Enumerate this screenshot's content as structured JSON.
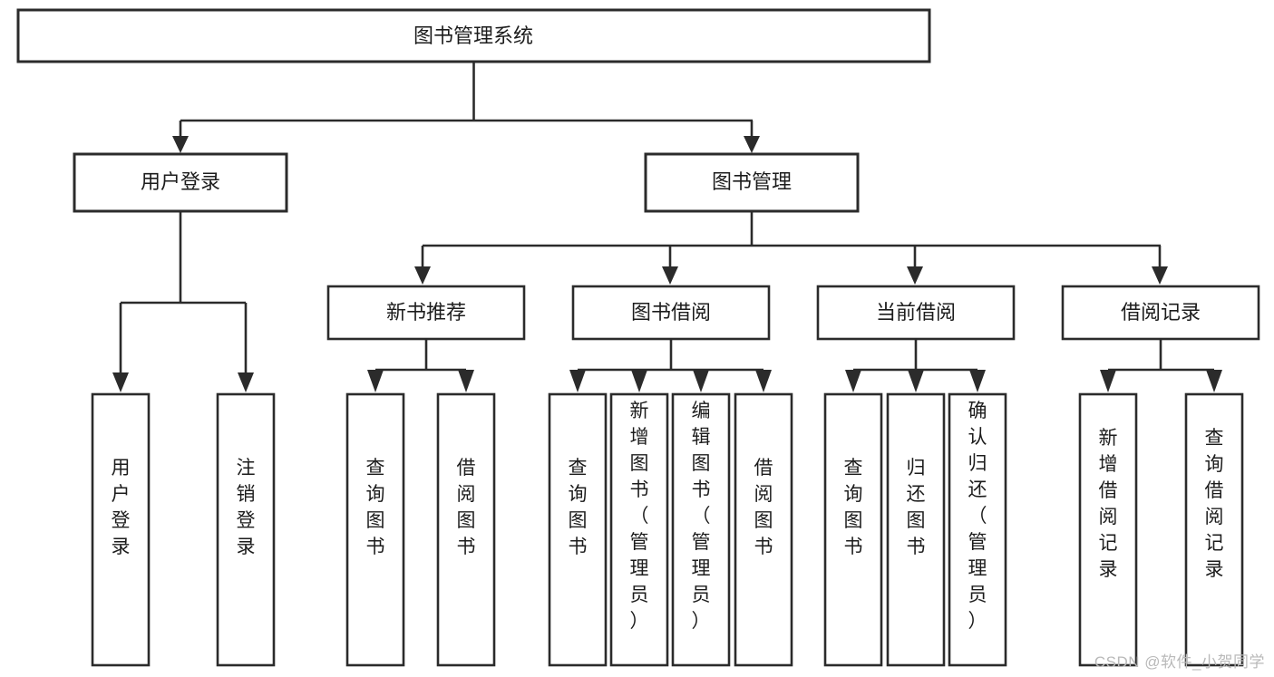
{
  "diagram": {
    "type": "tree-hierarchy",
    "title": "图书管理系统",
    "orientation": "top-down",
    "watermark": "CSDN @软件_小贺同学",
    "style": {
      "box_fill": "#ffffff",
      "box_stroke": "#2b2b2b",
      "connector_color": "#2b2b2b",
      "text_color": "#1c1c1c",
      "background": "#ffffff",
      "watermark_color": "#b9b9b9"
    },
    "root": {
      "id": "root",
      "label": "图书管理系统",
      "level": 0,
      "text_orientation": "horizontal"
    },
    "level2": [
      {
        "id": "user-login",
        "label": "用户登录",
        "level": 1,
        "text_orientation": "horizontal",
        "children": [
          {
            "id": "user-login-do",
            "label": "用户登录",
            "level": 2,
            "text_orientation": "vertical"
          },
          {
            "id": "user-logout",
            "label": "注销登录",
            "level": 2,
            "text_orientation": "vertical"
          }
        ]
      },
      {
        "id": "book-manage",
        "label": "图书管理",
        "level": 1,
        "text_orientation": "horizontal",
        "children": [
          {
            "id": "new-book-recommend",
            "label": "新书推荐",
            "level": 2,
            "text_orientation": "horizontal",
            "children": [
              {
                "id": "recommend-query-book",
                "label": "查询图书",
                "level": 3,
                "text_orientation": "vertical"
              },
              {
                "id": "recommend-borrow-book",
                "label": "借阅图书",
                "level": 3,
                "text_orientation": "vertical"
              }
            ]
          },
          {
            "id": "book-borrow",
            "label": "图书借阅",
            "level": 2,
            "text_orientation": "horizontal",
            "children": [
              {
                "id": "borrow-query-book",
                "label": "查询图书",
                "level": 3,
                "text_orientation": "vertical"
              },
              {
                "id": "borrow-add-book",
                "label": "新增图书（管理员）",
                "level": 3,
                "text_orientation": "vertical"
              },
              {
                "id": "borrow-edit-book",
                "label": "编辑图书（管理员）",
                "level": 3,
                "text_orientation": "vertical"
              },
              {
                "id": "borrow-borrow-book",
                "label": "借阅图书",
                "level": 3,
                "text_orientation": "vertical"
              }
            ]
          },
          {
            "id": "current-borrow",
            "label": "当前借阅",
            "level": 2,
            "text_orientation": "horizontal",
            "children": [
              {
                "id": "current-query-book",
                "label": "查询图书",
                "level": 3,
                "text_orientation": "vertical"
              },
              {
                "id": "current-return-book",
                "label": "归还图书",
                "level": 3,
                "text_orientation": "vertical"
              },
              {
                "id": "current-confirm-return",
                "label": "确认归还（管理员）",
                "level": 3,
                "text_orientation": "vertical"
              }
            ]
          },
          {
            "id": "borrow-record",
            "label": "借阅记录",
            "level": 2,
            "text_orientation": "horizontal",
            "children": [
              {
                "id": "record-add",
                "label": "新增借阅记录",
                "level": 3,
                "text_orientation": "vertical"
              },
              {
                "id": "record-query",
                "label": "查询借阅记录",
                "level": 3,
                "text_orientation": "vertical"
              }
            ]
          }
        ]
      }
    ]
  }
}
